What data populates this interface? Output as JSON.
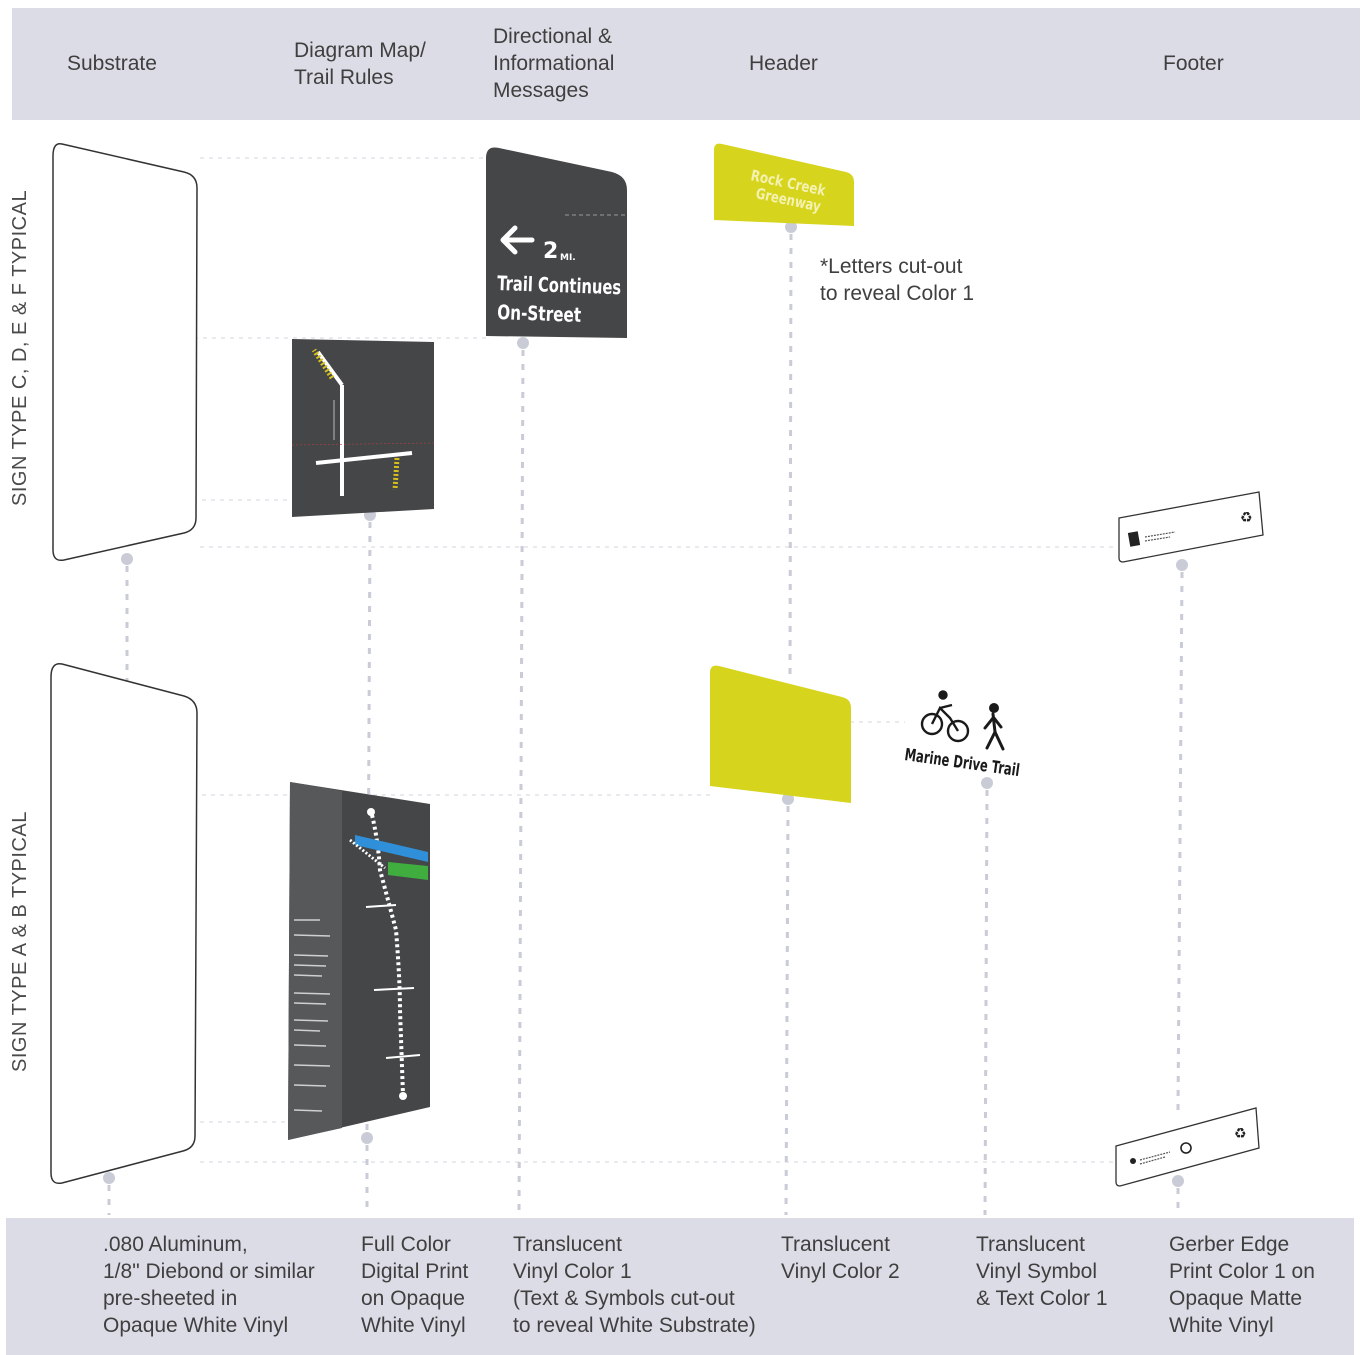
{
  "headers": {
    "substrate": "Substrate",
    "diagram_map": "Diagram Map/\nTrail Rules",
    "directional": "Directional &\nInformational\nMessages",
    "header": "Header",
    "footer": "Footer"
  },
  "row_labels": {
    "top": "SIGN TYPE C, D, E & F TYPICAL",
    "bottom": "SIGN TYPE A & B TYPICAL"
  },
  "note": "*Letters cut-out\n  to reveal Color 1",
  "sign_text": {
    "header_top_line1": "Rock Creek",
    "header_top_line2": "Greenway",
    "distance": "2",
    "distance_unit": "MI.",
    "message_line1": "Trail Continues",
    "message_line2": "On-Street",
    "trail_name": "Marine Drive Trail"
  },
  "captions": {
    "substrate": ".080 Aluminum,\n1/8\" Diebond or similar\npre-sheeted in\nOpaque White Vinyl",
    "diagram_map": "Full Color\nDigital Print\non Opaque\nWhite Vinyl",
    "directional": "Translucent\nVinyl Color 1\n(Text & Symbols cut-out\nto reveal White Substrate)",
    "header": "Translucent\nVinyl Color 2",
    "symbol": "Translucent\nVinyl Symbol\n& Text Color 1",
    "footer": "Gerber Edge\nPrint Color 1 on\nOpaque Matte\nWhite Vinyl"
  },
  "colors": {
    "band": "#dcdce6",
    "panel_dark": "#454647",
    "header_yellow": "#d6d41c",
    "map_blue": "#2f8fd8",
    "map_green": "#3fae3f",
    "leader": "#c9ccd6"
  }
}
